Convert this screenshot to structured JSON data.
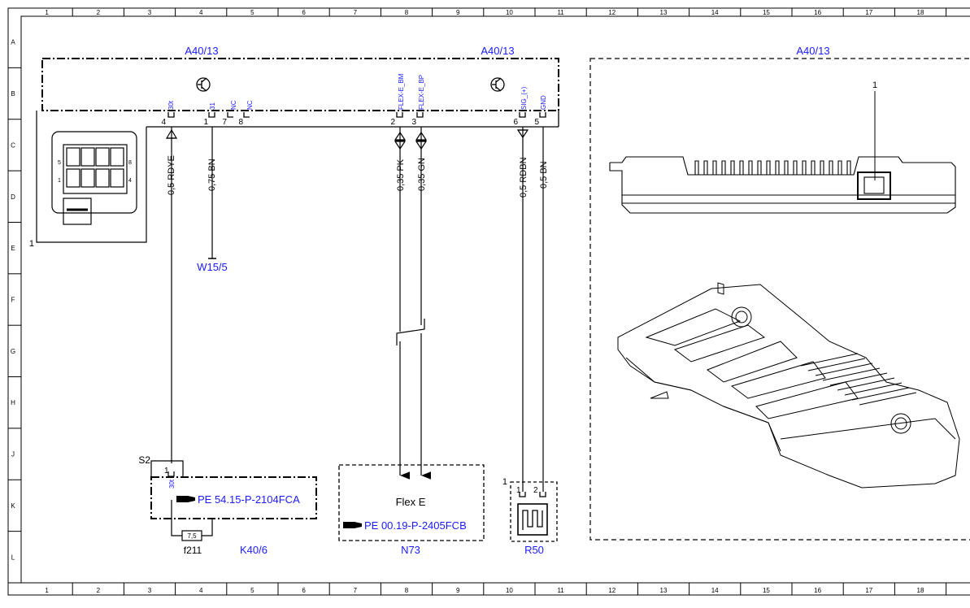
{
  "grid": {
    "columns": [
      "1",
      "2",
      "3",
      "4",
      "5",
      "6",
      "7",
      "8",
      "9",
      "10",
      "11",
      "12",
      "13",
      "14",
      "15",
      "16",
      "17",
      "18"
    ],
    "rows": [
      "A",
      "B",
      "C",
      "D",
      "E",
      "F",
      "G",
      "H",
      "J",
      "K",
      "L"
    ]
  },
  "components": {
    "control_unit_left": "A40/13",
    "control_unit_mid": "A40/13",
    "control_unit_detail": "A40/13",
    "ground_point": "W15/5",
    "relay_module": "K40/6",
    "fuse": "f211",
    "fuse_rating": "7,5",
    "flex_sensor": "N73",
    "flex_sensor_text": "Flex E",
    "resistor": "R50",
    "switch": "S2"
  },
  "connector_pins": {
    "top_names": [
      "30t",
      "31",
      "NC",
      "NC",
      "FLEX-E_BM",
      "FLEX-E_BP",
      "SIG_(+)",
      "GND"
    ],
    "top_numbers": [
      "4",
      "1",
      "7",
      "8",
      "2",
      "3",
      "6",
      "5"
    ],
    "connector_view_numbers": [
      "5",
      "1",
      "8",
      "4"
    ],
    "connector_callout": "1",
    "k40_pin": "1",
    "k40_pin_name": "30t",
    "r50_pins": [
      "1",
      "2"
    ],
    "r50_callout": "1",
    "detail_callout": "1"
  },
  "wires": [
    "0,5 RDYE",
    "0,75 BN",
    "0,35 PK",
    "0,35 GN",
    "0,5 RDBN",
    "0,5 BN"
  ],
  "references": {
    "k40": "PE 54.15-P-2104FCA",
    "n73": "PE 00.19-P-2405FCB"
  },
  "colors": {
    "label_blue": "#1a1aff",
    "line": "#000000"
  }
}
